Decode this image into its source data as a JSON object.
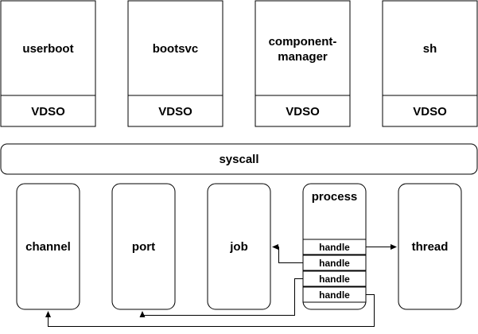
{
  "processes": [
    {
      "name": "userboot",
      "vdso": "VDSO"
    },
    {
      "name": "bootsvc",
      "vdso": "VDSO"
    },
    {
      "name": "component-manager",
      "name_lines": [
        "component-",
        "manager"
      ],
      "vdso": "VDSO"
    },
    {
      "name": "sh",
      "vdso": "VDSO"
    }
  ],
  "syscall": {
    "label": "syscall"
  },
  "kernel_objects": {
    "channel": "channel",
    "port": "port",
    "job": "job",
    "process": "process",
    "thread": "thread"
  },
  "handles": [
    "handle",
    "handle",
    "handle",
    "handle"
  ],
  "colors": {
    "stroke": "#000000",
    "fill": "#ffffff"
  }
}
